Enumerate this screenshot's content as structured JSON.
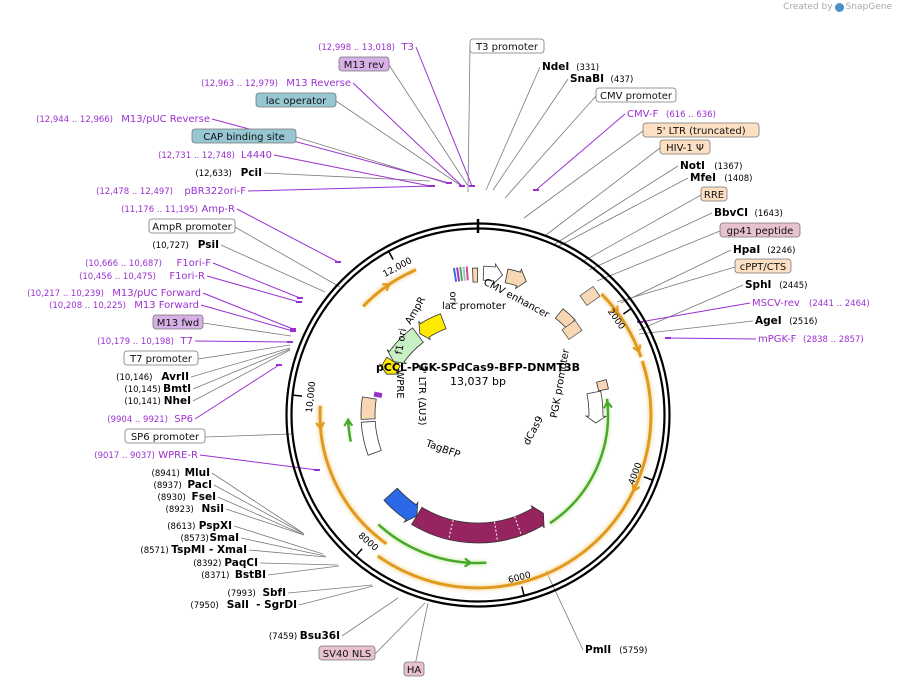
{
  "credit": {
    "prefix": "Created by",
    "brand": "SnapGene"
  },
  "plasmid": {
    "name": "pCCL-PGK-SPdCas9-BFP-DNMT3B",
    "size": "13,037 bp"
  },
  "ticks": [
    "2000",
    "4000",
    "6000",
    "8000",
    "10,000",
    "12,000"
  ],
  "labels": [
    {
      "id": "t3-promoter",
      "kind": "boxed",
      "box": "white",
      "name": "T3 promoter"
    },
    {
      "id": "ndei",
      "kind": "site",
      "name": "NdeI",
      "pos": "(331)"
    },
    {
      "id": "snabi",
      "kind": "site",
      "name": "SnaBI",
      "pos": "(437)"
    },
    {
      "id": "cmv-promoter",
      "kind": "boxed",
      "box": "white",
      "name": "CMV promoter"
    },
    {
      "id": "cmv-f",
      "kind": "primer",
      "name": "CMV-F",
      "pos": "(616 .. 636)"
    },
    {
      "id": "ltr-5",
      "kind": "boxed",
      "box": "peach",
      "name": "5' LTR (truncated)"
    },
    {
      "id": "hiv-psi",
      "kind": "boxed",
      "box": "peach",
      "name": "HIV-1 Ψ"
    },
    {
      "id": "noti",
      "kind": "site",
      "name": "NotI",
      "pos": "(1367)"
    },
    {
      "id": "mfei",
      "kind": "site",
      "name": "MfeI",
      "pos": "(1408)"
    },
    {
      "id": "rre",
      "kind": "boxed",
      "box": "peach",
      "name": "RRE"
    },
    {
      "id": "bbvci",
      "kind": "site",
      "name": "BbvCI",
      "pos": "(1643)"
    },
    {
      "id": "gp41",
      "kind": "boxed",
      "box": "pink",
      "name": "gp41 peptide"
    },
    {
      "id": "hpai",
      "kind": "site",
      "name": "HpaI",
      "pos": "(2246)"
    },
    {
      "id": "cppt",
      "kind": "boxed",
      "box": "peach",
      "name": "cPPT/CTS"
    },
    {
      "id": "sphi",
      "kind": "site",
      "name": "SphI",
      "pos": "(2445)"
    },
    {
      "id": "mscv-rev",
      "kind": "primer",
      "name": "MSCV-rev",
      "pos": "(2441 .. 2464)"
    },
    {
      "id": "agei",
      "kind": "site",
      "name": "AgeI",
      "pos": "(2516)"
    },
    {
      "id": "mpgk-f",
      "kind": "primer",
      "name": "mPGK-F",
      "pos": "(2838 .. 2857)"
    },
    {
      "id": "pmli",
      "kind": "site",
      "name": "PmlI",
      "pos": "(5759)"
    },
    {
      "id": "ha",
      "kind": "boxed",
      "box": "pink",
      "name": "HA"
    },
    {
      "id": "sv40-nls",
      "kind": "boxed",
      "box": "pink",
      "name": "SV40 NLS"
    },
    {
      "id": "bsu36i",
      "kind": "site",
      "name": "Bsu36I",
      "pos": "(7459)"
    },
    {
      "id": "sali",
      "kind": "site",
      "name": "SalI",
      "pos": "(7950)",
      "extra": "- SgrDI"
    },
    {
      "id": "sbfi",
      "kind": "site",
      "name": "SbfI",
      "pos": "(7993)"
    },
    {
      "id": "bsti",
      "kind": "site",
      "name": "BstBI",
      "pos": "(8371)"
    },
    {
      "id": "paqci",
      "kind": "site",
      "name": "PaqCI",
      "pos": "(8392)"
    },
    {
      "id": "tspmi",
      "kind": "site",
      "name": "TspMI",
      "pos": "(8571)",
      "extra": "- XmaI"
    },
    {
      "id": "smai",
      "kind": "site",
      "name": "SmaI",
      "pos": "(8573)"
    },
    {
      "id": "pspxi",
      "kind": "site",
      "name": "PspXI",
      "pos": "(8613)"
    },
    {
      "id": "nsii",
      "kind": "site",
      "name": "NsiI",
      "pos": "(8923)"
    },
    {
      "id": "fsei",
      "kind": "site",
      "name": "FseI",
      "pos": "(8930)"
    },
    {
      "id": "paci",
      "kind": "site",
      "name": "PacI",
      "pos": "(8937)"
    },
    {
      "id": "mlui",
      "kind": "site",
      "name": "MluI",
      "pos": "(8941)"
    },
    {
      "id": "wpre-r",
      "kind": "primer",
      "name": "WPRE-R",
      "pos": "(9017 .. 9037)"
    },
    {
      "id": "sp6-promoter",
      "kind": "boxed",
      "box": "white",
      "name": "SP6 promoter"
    },
    {
      "id": "sp6",
      "kind": "primer",
      "name": "SP6",
      "pos": "(9904 .. 9921)"
    },
    {
      "id": "nhei",
      "kind": "site",
      "name": "NheI",
      "pos": "(10,141)"
    },
    {
      "id": "bmti",
      "kind": "site",
      "name": "BmtI",
      "pos": "(10,145)"
    },
    {
      "id": "avrii",
      "kind": "site",
      "name": "AvrII",
      "pos": "(10,146)"
    },
    {
      "id": "t7-promoter",
      "kind": "boxed",
      "box": "white",
      "name": "T7 promoter"
    },
    {
      "id": "t7",
      "kind": "primer",
      "name": "T7",
      "pos": "(10,179 .. 10,198)"
    },
    {
      "id": "m13-fwd",
      "kind": "boxed",
      "box": "purple",
      "name": "M13 fwd"
    },
    {
      "id": "m13-forward",
      "kind": "primer",
      "name": "M13 Forward",
      "pos": "(10,208 .. 10,225)"
    },
    {
      "id": "m13-puc-forward",
      "kind": "primer",
      "name": "M13/pUC Forward",
      "pos": "(10,217 .. 10,239)"
    },
    {
      "id": "f1ori-r",
      "kind": "primer",
      "name": "F1ori-R",
      "pos": "(10,456 .. 10,475)"
    },
    {
      "id": "f1ori-f",
      "kind": "primer",
      "name": "F1ori-F",
      "pos": "(10,666 .. 10,687)"
    },
    {
      "id": "psii",
      "kind": "site",
      "name": "PsiI",
      "pos": "(10,727)"
    },
    {
      "id": "ampr-promoter",
      "kind": "boxed",
      "box": "white",
      "name": "AmpR promoter"
    },
    {
      "id": "amp-r",
      "kind": "primer",
      "name": "Amp-R",
      "pos": "(11,176 .. 11,195)"
    },
    {
      "id": "pbr322ori-f",
      "kind": "primer",
      "name": "pBR322ori-F",
      "pos": "(12,478 .. 12,497)"
    },
    {
      "id": "pcii",
      "kind": "site",
      "name": "PciI",
      "pos": "(12,633)"
    },
    {
      "id": "l4440",
      "kind": "primer",
      "name": "L4440",
      "pos": "(12,731 .. 12,748)"
    },
    {
      "id": "cap-site",
      "kind": "boxed",
      "box": "teal",
      "name": "CAP binding site"
    },
    {
      "id": "m13-puc-reverse",
      "kind": "primer",
      "name": "M13/pUC Reverse",
      "pos": "(12,944 .. 12,966)"
    },
    {
      "id": "lac-operator",
      "kind": "boxed",
      "box": "teal",
      "name": "lac operator"
    },
    {
      "id": "m13-reverse",
      "kind": "primer",
      "name": "M13 Reverse",
      "pos": "(12,963 .. 12,979)"
    },
    {
      "id": "m13-rev",
      "kind": "boxed",
      "box": "purple",
      "name": "M13 rev"
    },
    {
      "id": "t3",
      "kind": "primer",
      "name": "T3",
      "pos": "(12,998 .. 13,018)"
    }
  ],
  "features": [
    {
      "id": "cmv-enhancer",
      "label": "CMV enhancer"
    },
    {
      "id": "lac-promoter",
      "label": "lac promoter"
    },
    {
      "id": "ori",
      "label": "ori"
    },
    {
      "id": "ampr",
      "label": "AmpR"
    },
    {
      "id": "f1-ori",
      "label": "f1 ori"
    },
    {
      "id": "ltr-3",
      "label": "3' LTR (ΔU3)"
    },
    {
      "id": "wpre",
      "label": "WPRE"
    },
    {
      "id": "pgk-promoter",
      "label": "PGK promoter"
    },
    {
      "id": "dcas9",
      "label": "dCas9"
    },
    {
      "id": "tagbfp",
      "label": "TagBFP"
    }
  ],
  "colors": {
    "primer": "#9b30d0",
    "leader": "#7a7a7a",
    "box_white": "#ffffff",
    "box_peach": "#fde0c4",
    "box_pink": "#e7c2cc",
    "box_purple": "#d6b0e6",
    "box_teal": "#97c7d2",
    "dcas9": "#96245f",
    "tagbfp": "#2b69e8",
    "pgk": "#ffffff",
    "ori": "#ffea00",
    "ampr": "#c8f0c4",
    "f1ori": "#ffea00",
    "orange_arc": "#e09a1e",
    "green_arc": "#4aa82a",
    "ltr": "#f7d7b4"
  }
}
